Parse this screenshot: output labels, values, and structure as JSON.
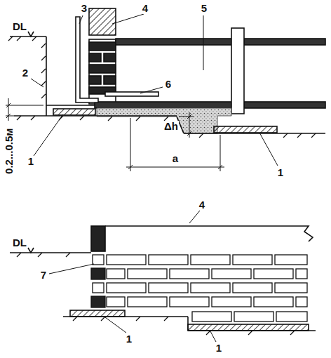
{
  "diagram": {
    "labels": [
      "3",
      "4",
      "5",
      "DL",
      "2",
      "6",
      "0.2...0.5м",
      "1",
      "Δh",
      "a",
      "1",
      "4",
      "DL",
      "7",
      "1",
      "1"
    ]
  }
}
